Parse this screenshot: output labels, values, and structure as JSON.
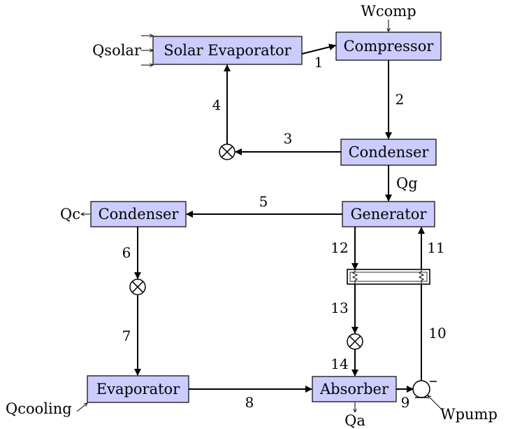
{
  "components": {
    "solar_evaporator": "Solar Evaporator",
    "compressor": "Compressor",
    "top_condenser": "Condenser",
    "generator": "Generator",
    "left_condenser": "Condenser",
    "evaporator": "Evaporator",
    "absorber": "Absorber"
  },
  "heat_and_work": {
    "qsolar": "Qsolar",
    "wcomp": "Wcomp",
    "qg": "Qg",
    "qc": "Qc",
    "qcooling": "Qcooling",
    "qa": "Qa",
    "wpump": "Wpump"
  },
  "streams": [
    "1",
    "2",
    "3",
    "4",
    "5",
    "6",
    "7",
    "8",
    "9",
    "10",
    "11",
    "12",
    "13",
    "14"
  ],
  "colors": {
    "component_fill": "#ccccff",
    "line": "#000000"
  }
}
